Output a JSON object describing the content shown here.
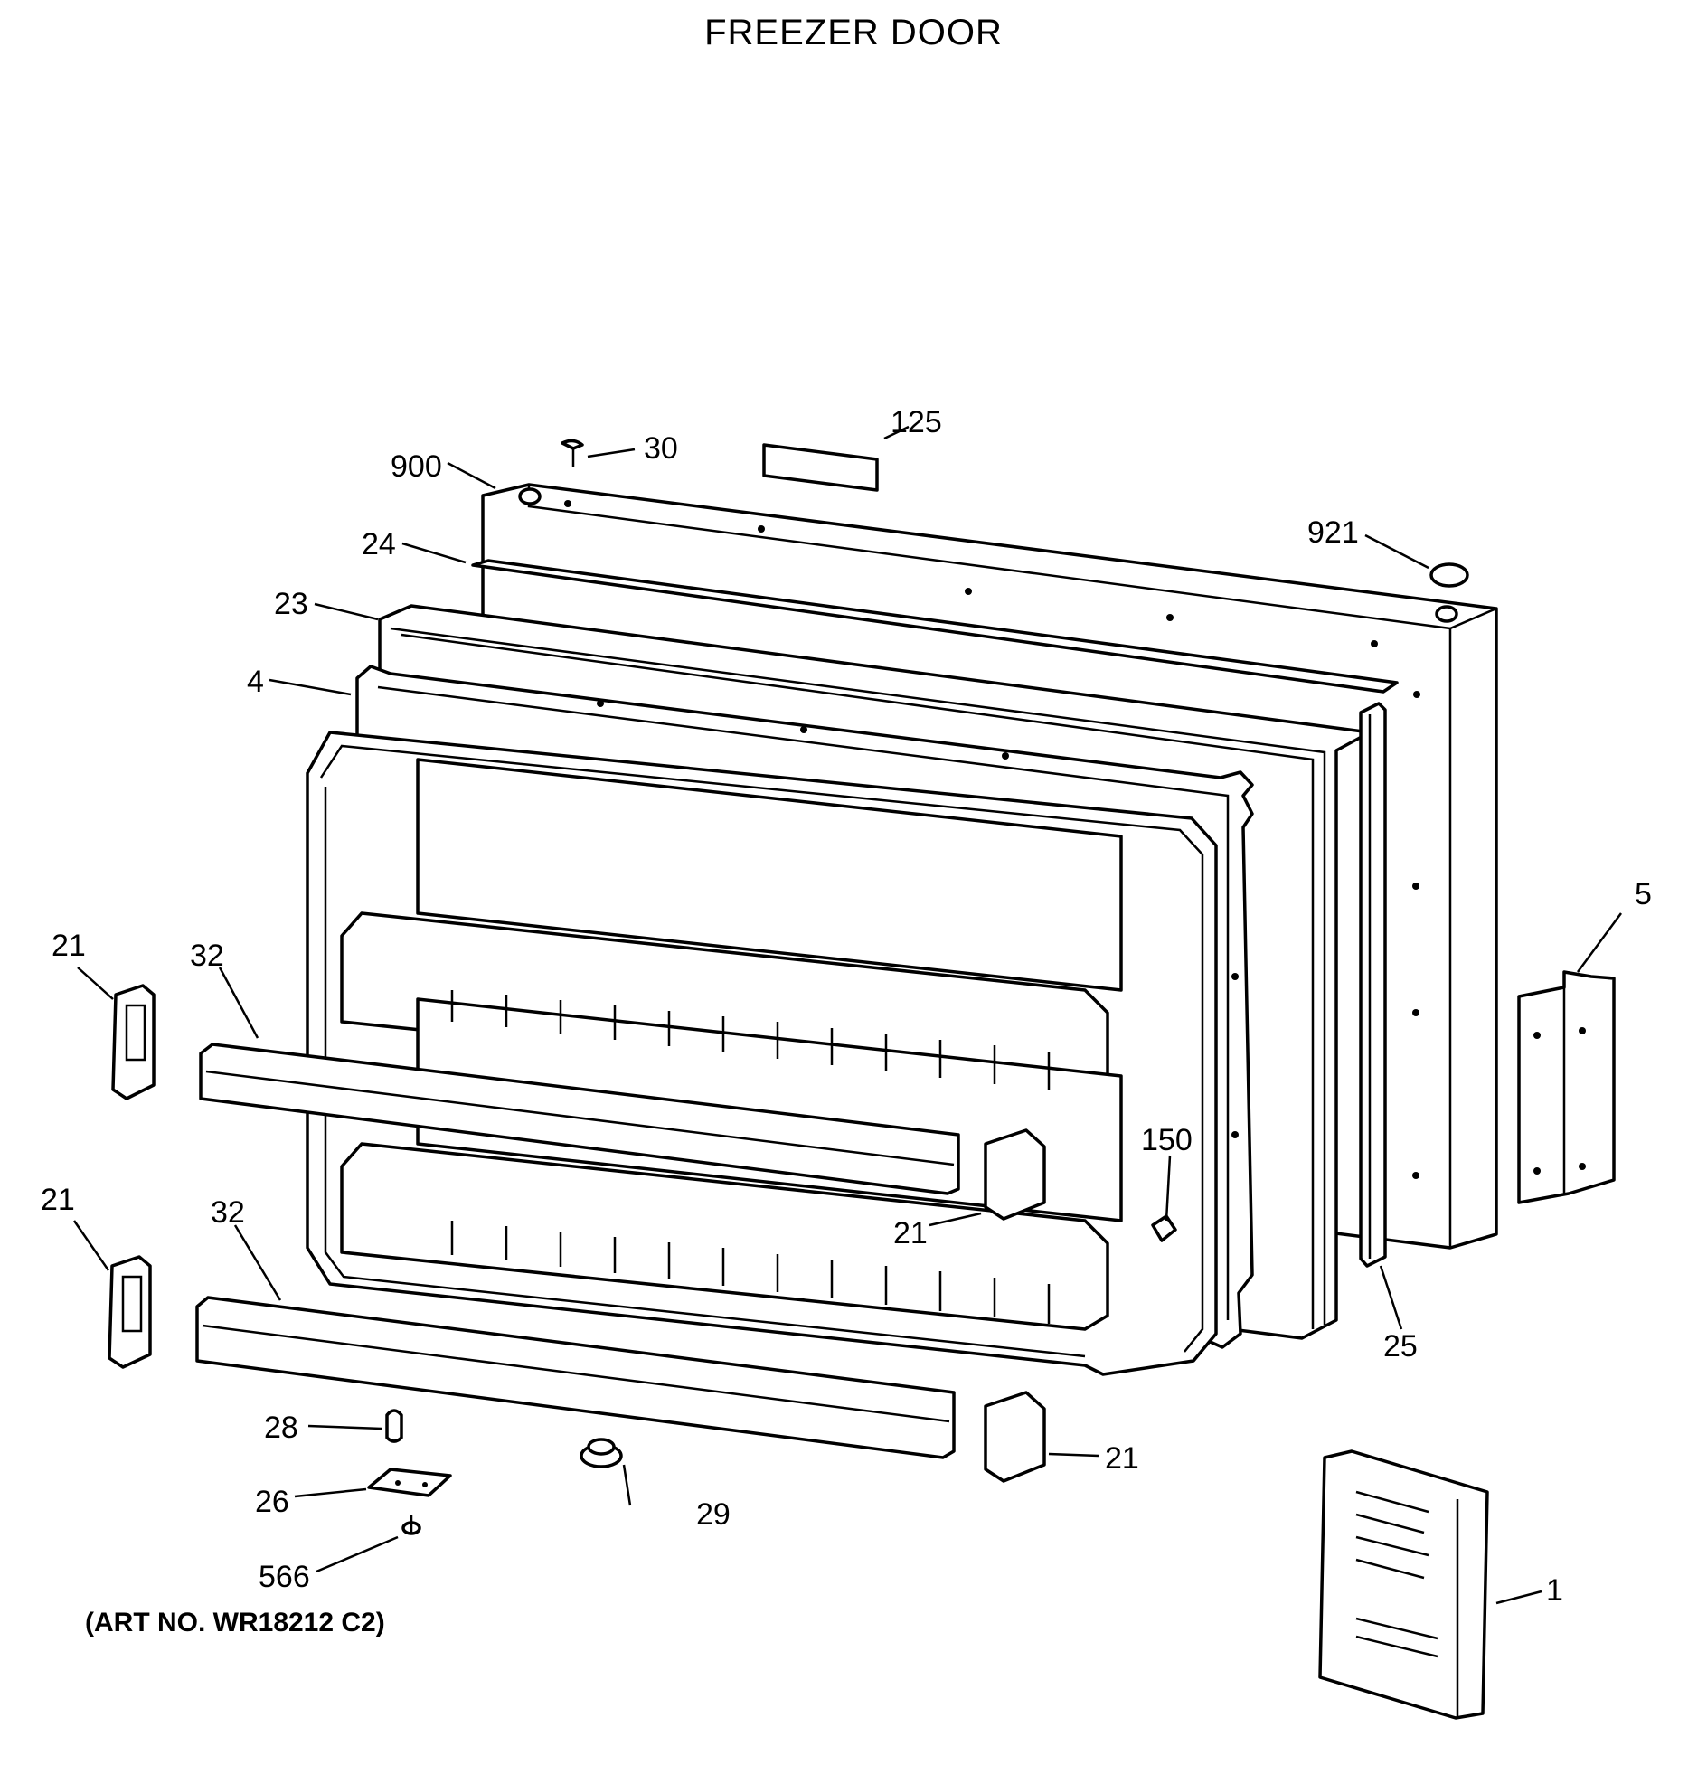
{
  "title": "FREEZER DOOR",
  "art_number": "(ART NO. WR18212 C2)",
  "callouts": {
    "c125": "125",
    "c30": "30",
    "c900": "900",
    "c921": "921",
    "c24": "24",
    "c23": "23",
    "c4": "4",
    "c5": "5",
    "c21a": "21",
    "c32a": "32",
    "c21b": "21",
    "c32b": "32",
    "c150": "150",
    "c21c": "21",
    "c25": "25",
    "c21d": "21",
    "c28": "28",
    "c26": "26",
    "c29": "29",
    "c566": "566",
    "c1": "1"
  }
}
